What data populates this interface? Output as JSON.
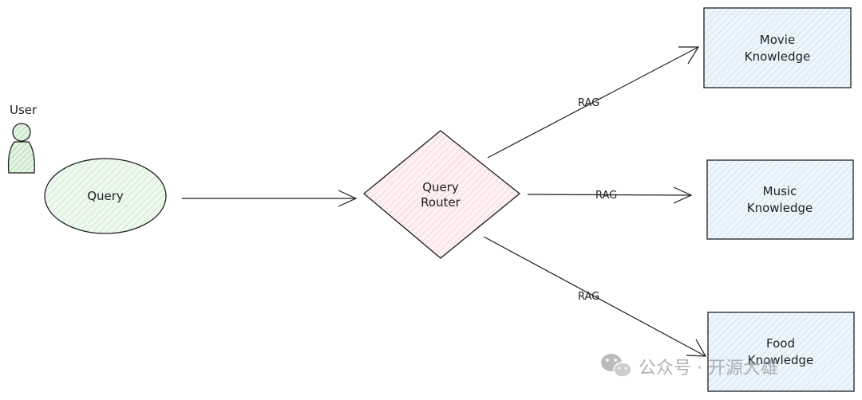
{
  "user": {
    "label": "User"
  },
  "nodes": {
    "query": {
      "label": "Query"
    },
    "router": {
      "line1": "Query",
      "line2": "Router"
    },
    "movie": {
      "line1": "Movie",
      "line2": "Knowledge"
    },
    "music": {
      "line1": "Music",
      "line2": "Knowledge"
    },
    "food": {
      "line1": "Food",
      "line2": "Knowledge"
    }
  },
  "edges": {
    "to_movie": "RAG",
    "to_music": "RAG",
    "to_food": "RAG"
  },
  "colors": {
    "query_fill": "#e8f6e8",
    "router_fill": "#fbe9ea",
    "knowledge_fill": "#e6f2fb",
    "stroke": "#1e1e1e",
    "user_fill": "#cfead0"
  },
  "watermark": {
    "text": "公众号 · 开源大雄"
  }
}
